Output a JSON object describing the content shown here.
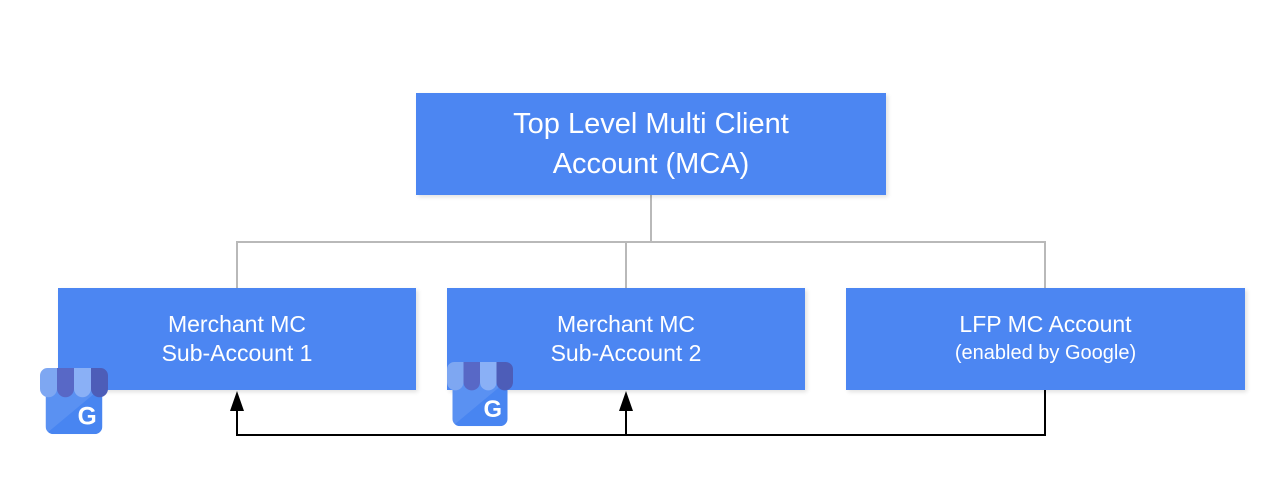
{
  "nodes": {
    "mca": {
      "line1": "Top Level Multi Client",
      "line2": "Account (MCA)"
    },
    "sub1": {
      "line1": "Merchant MC",
      "line2": "Sub-Account 1"
    },
    "sub2": {
      "line1": "Merchant MC",
      "line2": "Sub-Account 2"
    },
    "lfp": {
      "line1": "LFP MC Account",
      "line2": "(enabled by Google)"
    }
  },
  "icons": {
    "google_my_business_letter": "G"
  },
  "colors": {
    "node_blue": "#4c86f2",
    "node_text": "#ffffff",
    "connector_gray": "#b9b9b9",
    "arrow_black": "#000000",
    "gmb_body_blue": "#4285f4",
    "gmb_awning_light": "#7ea7f2",
    "gmb_awning_lighter": "#8ab0f6",
    "gmb_awning_indigo": "#5868c6",
    "gmb_awning_dark_indigo": "#4d5db8"
  }
}
